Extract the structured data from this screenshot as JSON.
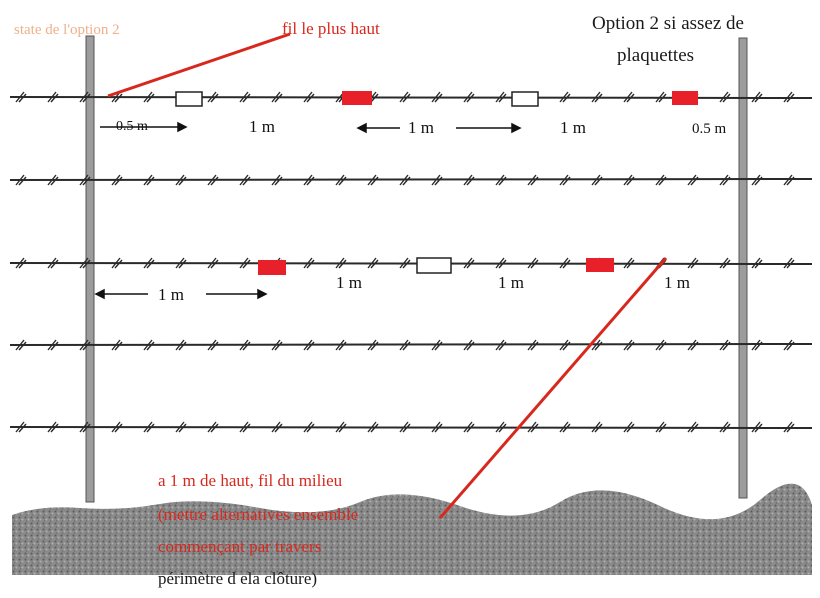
{
  "labels": {
    "start_option": "state de l'option 2",
    "top_wire": "fil le plus haut",
    "option2_line1": "Option 2 si assez de",
    "option2_line2": "plaquettes",
    "middle_line1": "a 1 m de haut, fil du milieu",
    "middle_line2": "(mettre alternatives ensemble",
    "middle_line3": "commençant par travers",
    "middle_line4": "périmètre d ela clôture)"
  },
  "measures": {
    "top": [
      "0.5 m",
      "1 m",
      "1 m",
      "1 m",
      "0.5 m"
    ],
    "middle": [
      "1 m",
      "1 m",
      "1 m",
      "1 m"
    ]
  },
  "colors": {
    "plate": "#e8202a",
    "annotation": "#d8281e",
    "wire": "#2a2a2a",
    "post": "#9a9a9a",
    "ground": "#7e7e7e"
  }
}
